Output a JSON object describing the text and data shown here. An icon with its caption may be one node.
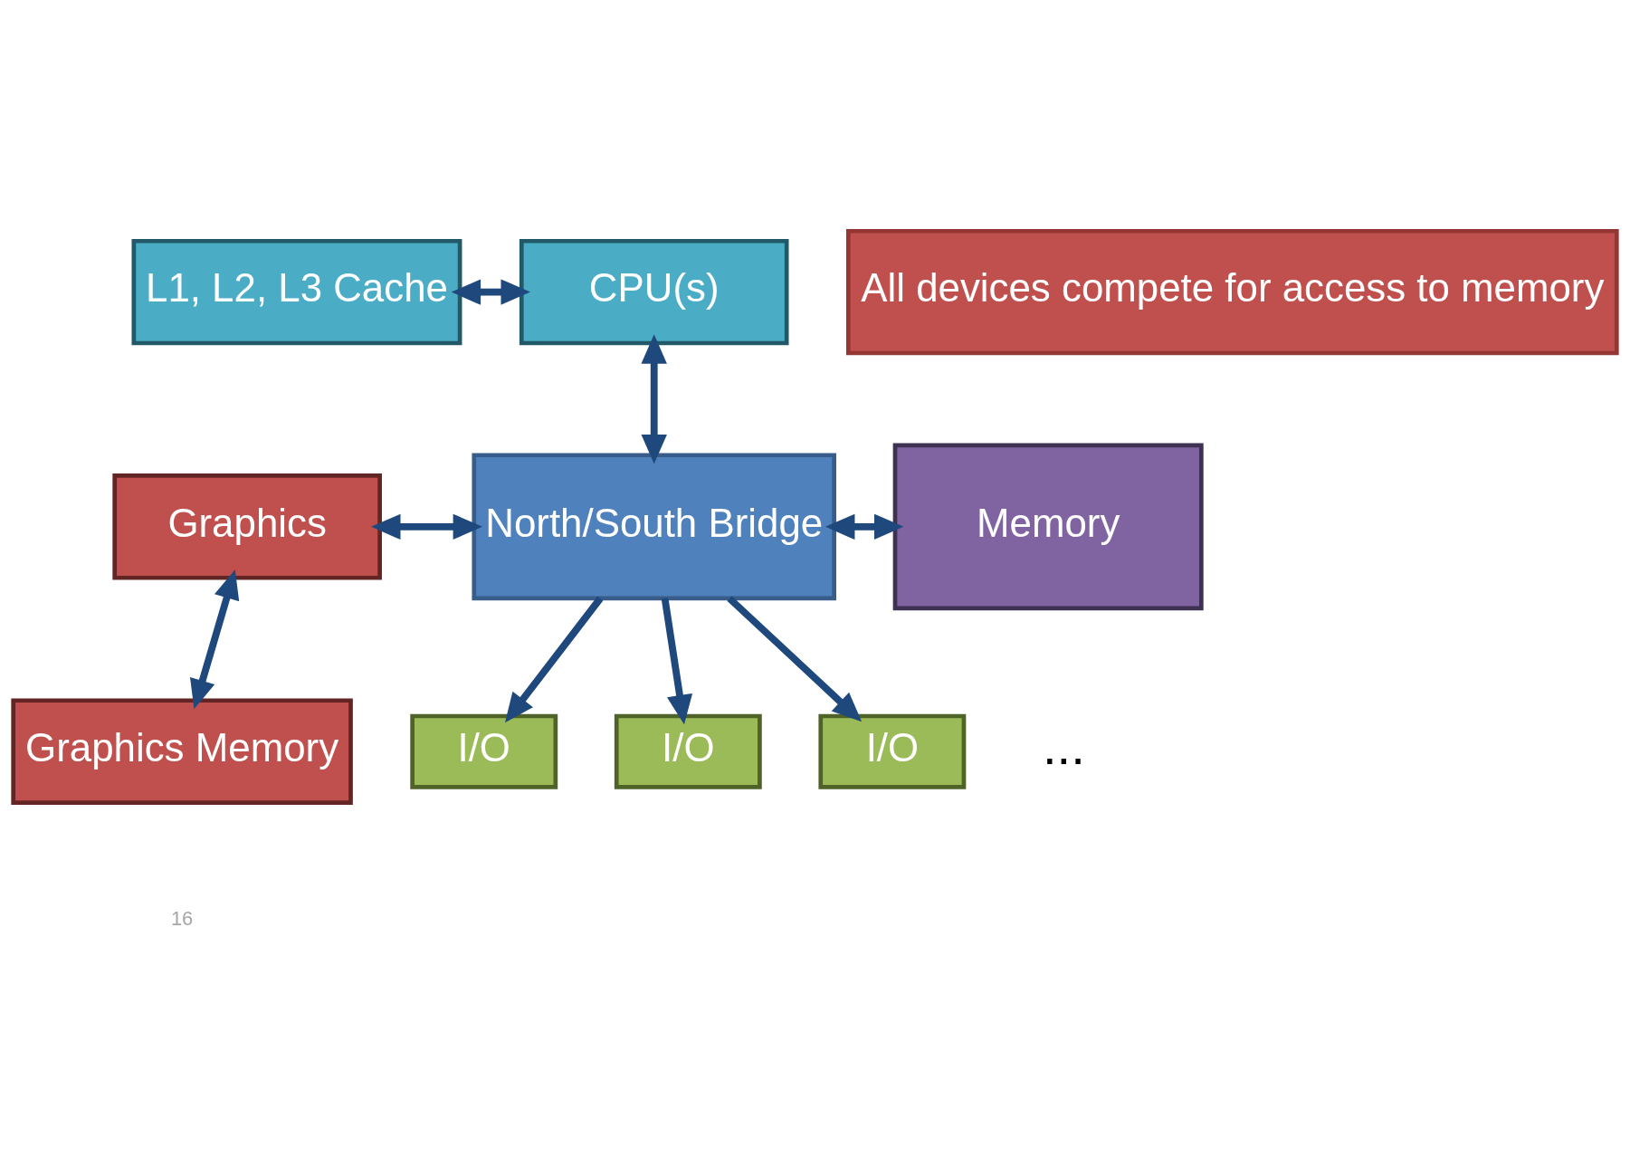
{
  "diagram": {
    "nodes": [
      {
        "text": [
          "L1, L2, L3 Cache"
        ]
      },
      {
        "text": [
          "CPU(s)"
        ]
      },
      {
        "text": [
          "All devices compete for access to memory"
        ]
      },
      {
        "text": [
          "Graphics"
        ]
      },
      {
        "text": [
          "North/South Bridge"
        ]
      },
      {
        "text": [
          "Memory"
        ]
      },
      {
        "text": [
          "Graphics Memory"
        ]
      },
      {
        "text": [
          "I/O"
        ]
      },
      {
        "text": [
          "I/O"
        ]
      },
      {
        "text": [
          "I/O"
        ]
      }
    ],
    "edges": [
      {
        "from": 0,
        "to": 1,
        "arrow": "both"
      },
      {
        "from": 1,
        "to": 4,
        "arrow": "both"
      },
      {
        "from": 3,
        "to": 4,
        "arrow": "both"
      },
      {
        "from": 4,
        "to": 5,
        "arrow": "both"
      },
      {
        "from": 3,
        "to": 6,
        "arrow": "both"
      },
      {
        "from": 4,
        "to": 7,
        "arrow": "to"
      },
      {
        "from": 4,
        "to": 8,
        "arrow": "to"
      },
      {
        "from": 4,
        "to": 9,
        "arrow": "to"
      }
    ],
    "labels": [
      "...",
      "16"
    ]
  }
}
